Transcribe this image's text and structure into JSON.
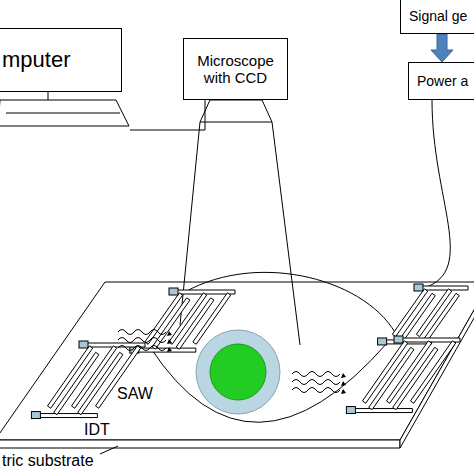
{
  "diagram": {
    "nodes": [
      {
        "text": [
          "mputer"
        ]
      },
      {
        "text": [
          "Microscope with CCD"
        ]
      },
      {
        "text": [
          "Signal ge"
        ]
      },
      {
        "text": [
          "Power a"
        ]
      }
    ],
    "edges": [
      {
        "from": 1,
        "to": 0,
        "arrow": "none"
      },
      {
        "from": 2,
        "to": 3,
        "arrow": "to"
      }
    ],
    "labels": [
      "SAW",
      "IDT",
      "tric substrate"
    ]
  }
}
